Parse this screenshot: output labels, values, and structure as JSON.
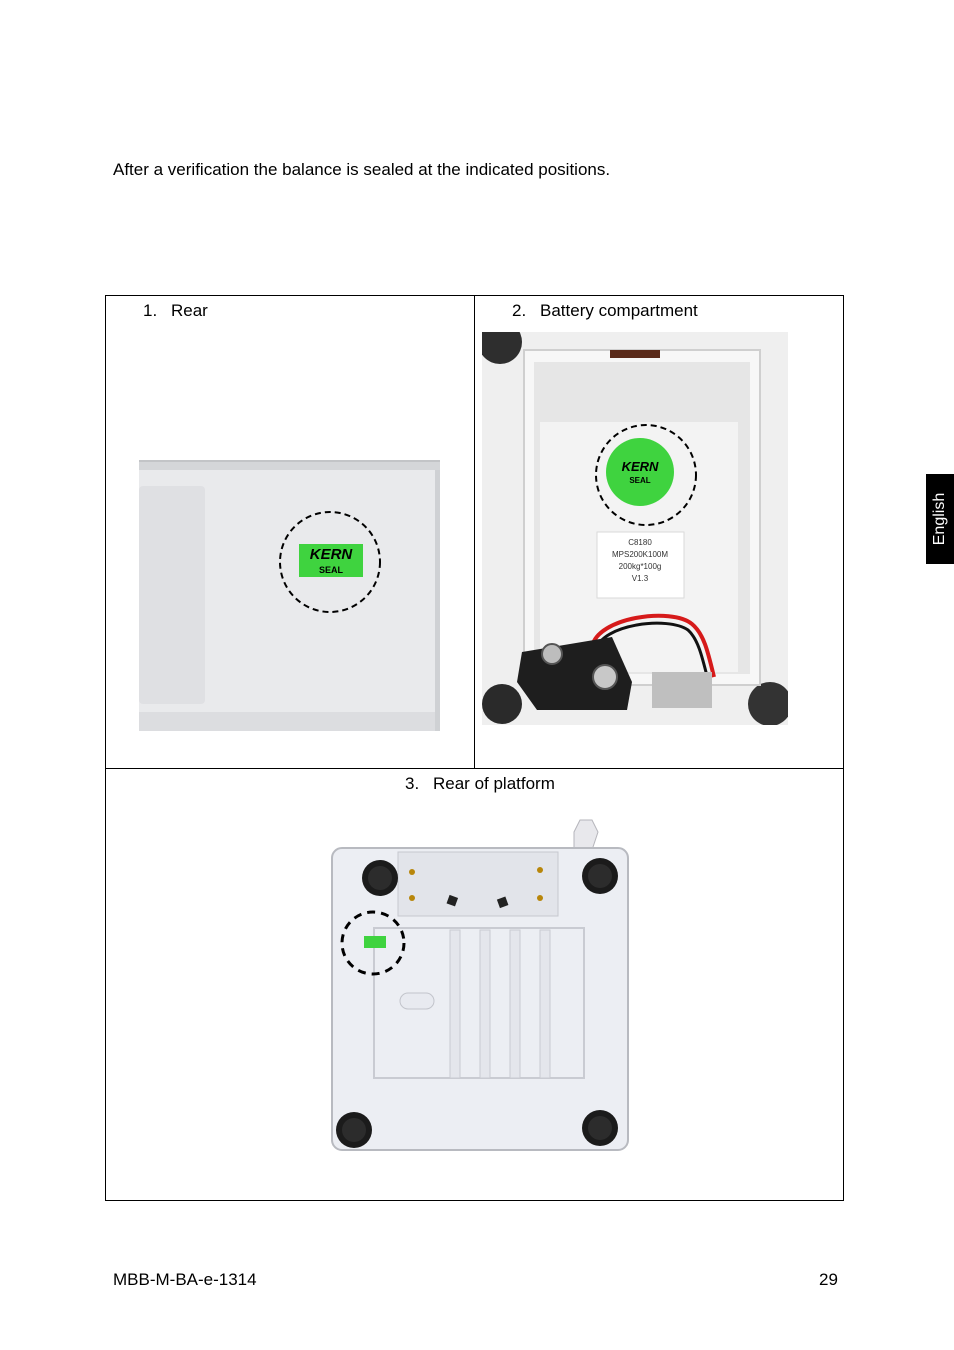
{
  "intro_text": "After a verification the balance is sealed at the indicated positions.",
  "side_tab": {
    "label": "English"
  },
  "cells": [
    {
      "number": "1.",
      "caption": "Rear"
    },
    {
      "number": "2.",
      "caption": "Battery compartment"
    },
    {
      "number": "3.",
      "caption": "Rear of platform"
    }
  ],
  "seal": {
    "brand": "KERN",
    "word": "SEAL",
    "color": "#3fd33f"
  },
  "battery_label": {
    "lines": [
      "C8180",
      "MPS200K100M",
      "200kg*100g",
      "V1.3"
    ]
  },
  "footer": {
    "doc_code": "MBB-M-BA-e-1314",
    "page_number": "29"
  }
}
